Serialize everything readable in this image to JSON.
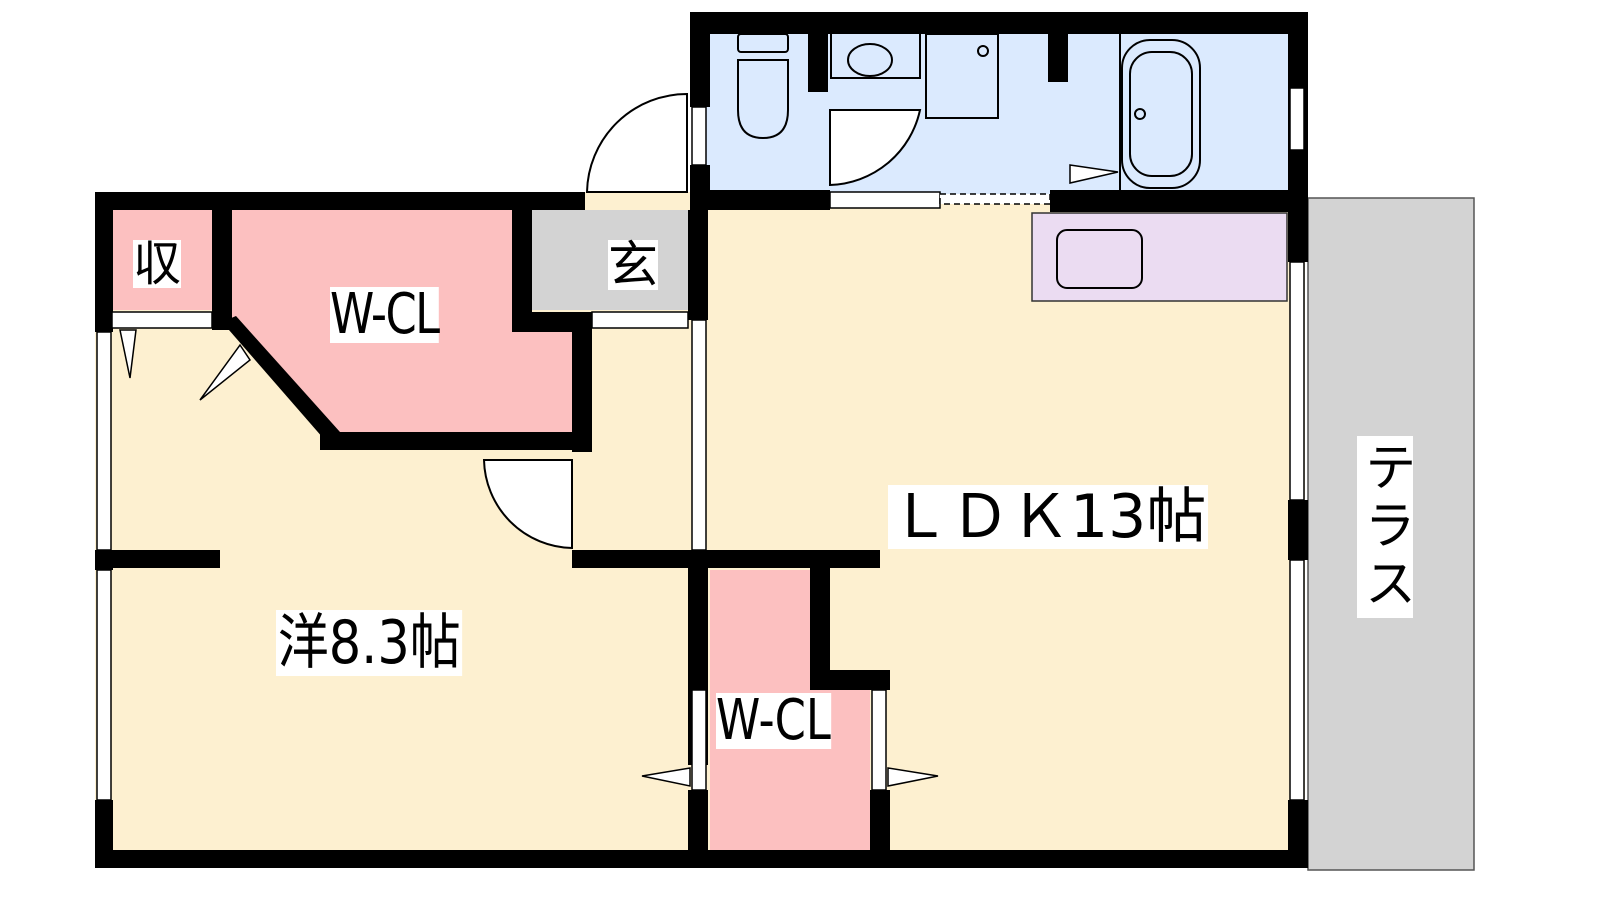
{
  "floor_plan": {
    "rooms": {
      "storage": "収",
      "walk_in_closet_1": "W-CL",
      "entrance": "玄",
      "ldk": "ＬＤＫ13帖",
      "western_room": "洋8.3帖",
      "walk_in_closet_2": "W-CL",
      "terrace": "テラス"
    },
    "colors": {
      "floor": "#fdf0d0",
      "closet": "#fcc0c0",
      "wet_area": "#dbeafe",
      "entrance": "#d3d3d3",
      "kitchen": "#ebdcf2",
      "terrace": "#d3d3d3",
      "wall": "#000000"
    }
  }
}
